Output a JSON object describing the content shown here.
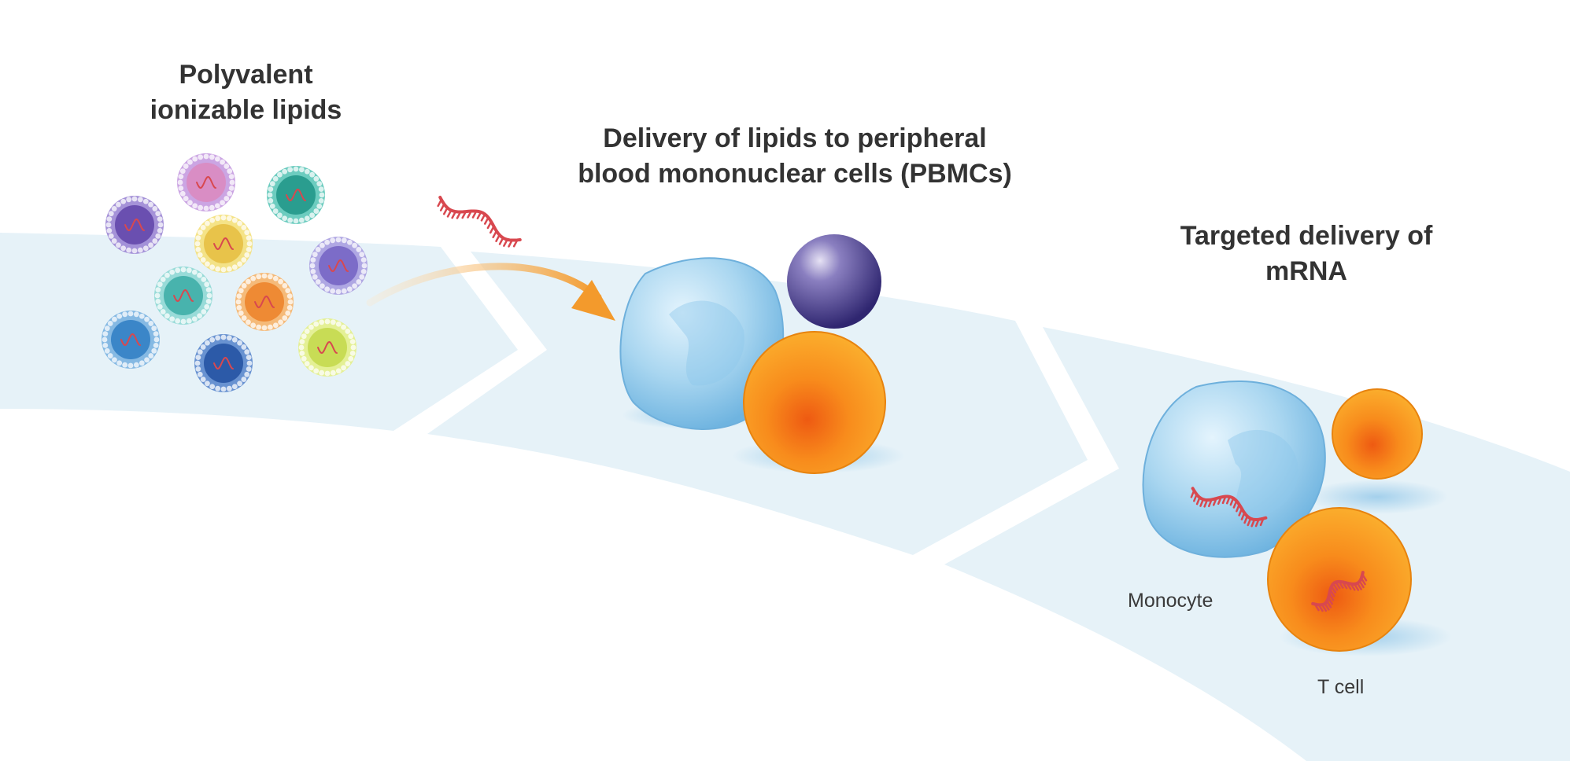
{
  "steps": [
    {
      "title_lines": [
        "Polyvalent",
        "ionizable lipids"
      ]
    },
    {
      "title_lines": [
        "Delivery of lipids to peripheral",
        "blood mononuclear cells (PBMCs)"
      ]
    },
    {
      "title_lines": [
        "Targeted delivery of",
        "mRNA"
      ]
    }
  ],
  "cell_labels": {
    "monocyte": "Monocyte",
    "t_cell": "T cell"
  },
  "colors": {
    "band": "#e6f2f8",
    "arrow": "#f39a2c",
    "mrna": "#d8484f",
    "monocyte": "#a9d6f0",
    "t_cell": "#f7a11e",
    "b_cell": "#5a4e9c"
  },
  "nanoparticles": [
    {
      "shell": "#c59be0",
      "core": "#d98dc4"
    },
    {
      "shell": "#5cc7b8",
      "core": "#2a9d8f"
    },
    {
      "shell": "#9b86d4",
      "core": "#6a4fb0"
    },
    {
      "shell": "#f4e07a",
      "core": "#e8c34a"
    },
    {
      "shell": "#a99ee0",
      "core": "#7c6cc8"
    },
    {
      "shell": "#8fd8d4",
      "core": "#48b3ad"
    },
    {
      "shell": "#f6b46a",
      "core": "#ee8a34"
    },
    {
      "shell": "#7ab3e0",
      "core": "#3b86c8"
    },
    {
      "shell": "#5a87cc",
      "core": "#2c5aa8"
    },
    {
      "shell": "#e3ef8a",
      "core": "#c8dc55"
    }
  ]
}
